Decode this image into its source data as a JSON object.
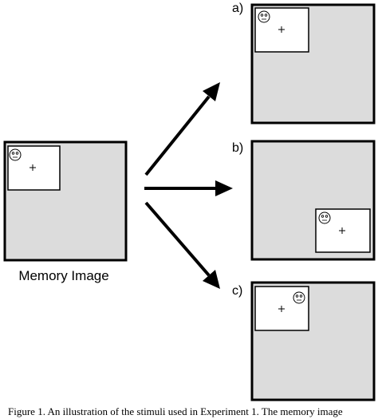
{
  "labels": {
    "memory_image": "Memory Image",
    "panel_a": "a)",
    "panel_b": "b)",
    "panel_c": "c)"
  },
  "caption": "Figure 1. An illustration of the stimuli used in Experiment 1. The memory image",
  "colors": {
    "frame_fill": "#dcdcdc",
    "frame_stroke": "#000000",
    "window_fill": "#ffffff",
    "arrow": "#000000"
  },
  "icons": {
    "target": "smiley-face-icon",
    "fixation": "plus-cross-icon"
  }
}
